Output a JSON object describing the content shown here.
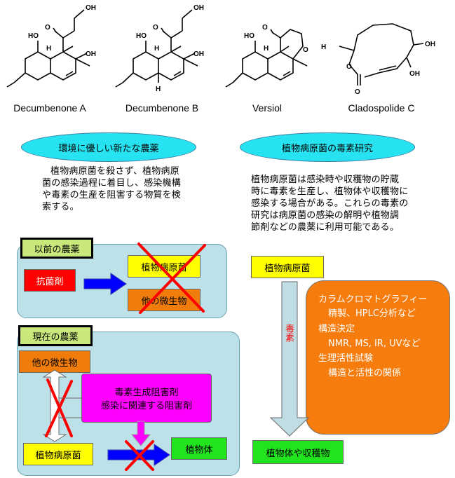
{
  "compounds": {
    "a": {
      "name": "Decumbenone A"
    },
    "b": {
      "name": "Decumbenone B"
    },
    "c": {
      "name": "Versiol"
    },
    "d": {
      "name": "Cladospolide C"
    }
  },
  "atom_labels": {
    "oh": "OH",
    "ho": "HO",
    "h": "H",
    "o": "O"
  },
  "left_section": {
    "heading": "環境に優しい新たな農薬",
    "text_lines": [
      "植物病原菌を殺さず、植物病原",
      "菌の感染過程に着目し、感染機構",
      "や毒素の生産を阻害する物質を検",
      "索する。"
    ],
    "old": {
      "tag": "以前の農薬",
      "antibacterial": "抗菌剤",
      "pathogen": "植物病原菌",
      "other_microbe": "他の微生物"
    },
    "new": {
      "tag": "現在の農薬",
      "other_microbe": "他の微生物",
      "inhibitor_line1": "毒素生成阻害剤",
      "inhibitor_line2": "感染に関連する阻害剤",
      "pathogen": "植物病原菌",
      "plant": "植物体"
    }
  },
  "right_section": {
    "heading": "植物病原菌の毒素研究",
    "text_lines": [
      "植物病原菌は感染時や収穫物の貯蔵",
      "時に毒素を生産し、植物体や収穫物に",
      "感染する場合がある。これらの毒素の",
      "研究は病原菌の感染の解明や植物調",
      "節剤などの農薬に利用可能である。"
    ],
    "pathogen": "植物病原菌",
    "toxin_vertical": "毒素",
    "methods": [
      "カラムクロマトグラフィー",
      "精製、HPLC分析など",
      "構造決定",
      "NMR, MS, IR, UVなど",
      "生理活性試験",
      "構造と活性の関係"
    ],
    "target": "植物体や収穫物"
  },
  "colors": {
    "oval": "#27e3f2",
    "panel": "#bde1e8",
    "tag": "#c9e87c",
    "yellow": "#ffff00",
    "orange": "#f07d0b",
    "red": "#ff0000",
    "green": "#22e41e",
    "magenta": "#ff00ff",
    "arrow_blue": "#0000ff",
    "arrow_gray": "#c0dde4",
    "cross": "#ff0000"
  },
  "icons": [
    "blue-arrow-icon",
    "red-cross-icon",
    "double-arrow-icon",
    "magenta-down-arrow-icon",
    "gray-down-arrow-icon"
  ]
}
